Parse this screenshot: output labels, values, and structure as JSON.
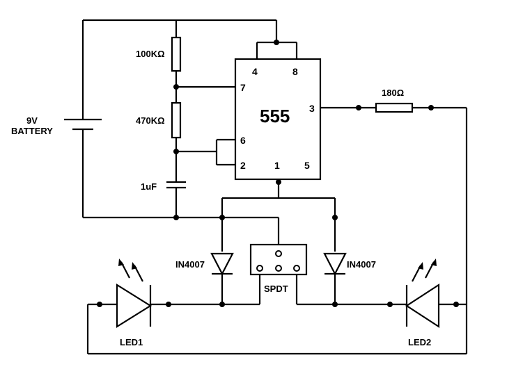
{
  "ic": {
    "name": "555",
    "pins": {
      "p4": "4",
      "p8": "8",
      "p7": "7",
      "p3": "3",
      "p6": "6",
      "p2": "2",
      "p1": "1",
      "p5": "5"
    }
  },
  "components": {
    "r1": "100KΩ",
    "r2": "470KΩ",
    "r3": "180Ω",
    "capacitor": "1uF",
    "battery_voltage": "9V",
    "battery_label": "BATTERY",
    "diode_left": "IN4007",
    "diode_right": "IN4007",
    "switch": "SPDT",
    "led1": "LED1",
    "led2": "LED2"
  }
}
